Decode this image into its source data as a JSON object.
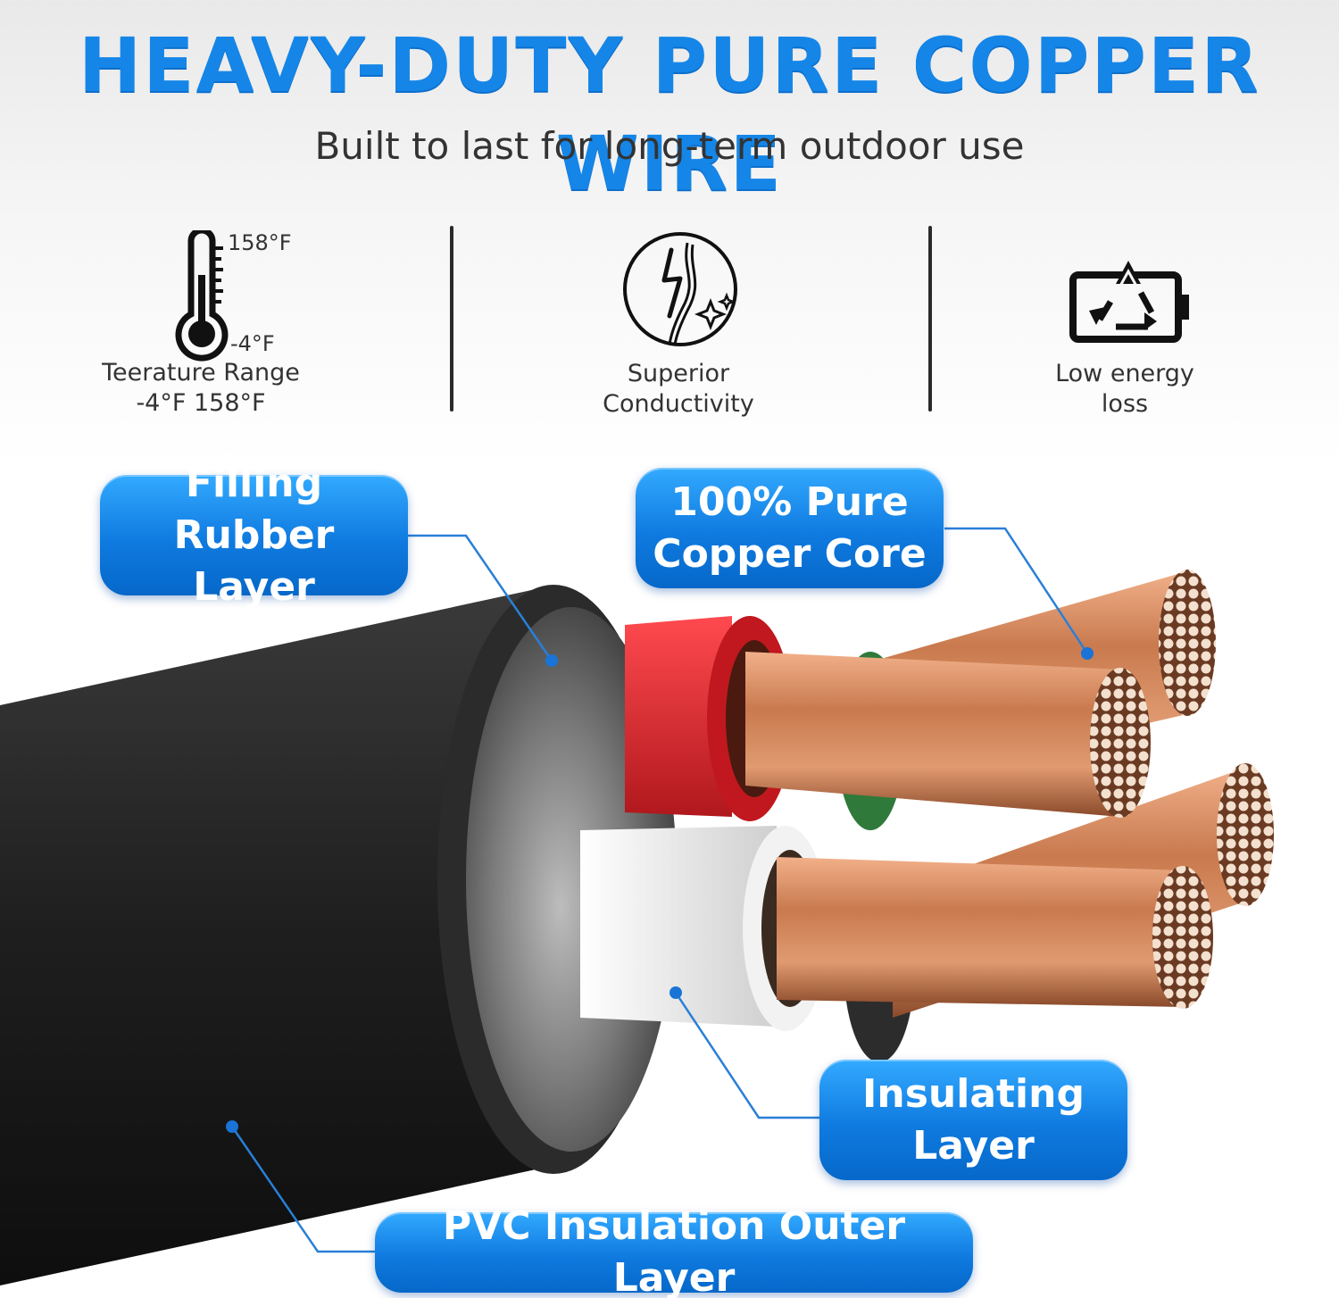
{
  "header": {
    "title": "HEAVY-DUTY PURE COPPER WIRE",
    "subtitle": "Built to last for long-term outdoor use"
  },
  "features": [
    {
      "icon": "thermometer-icon",
      "max_label": "158°F",
      "min_label": "-4°F",
      "label_line1": "Teerature Range",
      "label_line2": "-4°F  158°F"
    },
    {
      "icon": "conductivity-icon",
      "label_line1": "Superior",
      "label_line2": "Conductivity"
    },
    {
      "icon": "recycle-battery-icon",
      "label_line1": "Low energy",
      "label_line2": "loss"
    }
  ],
  "callouts": {
    "filling_rubber": "Filling Rubber\nLayer",
    "copper_core": "100% Pure\nCopper Core",
    "insulating": "Insulating\nLayer",
    "pvc_outer": "PVC Insulation Outer Layer"
  },
  "colors": {
    "accent_blue": "#1586e8",
    "jacket_black": "#1c1c1c",
    "core_red": "#d8262b",
    "core_white": "#e8e8e8",
    "core_green": "#2f7a3a",
    "copper": "#c97a4e"
  }
}
